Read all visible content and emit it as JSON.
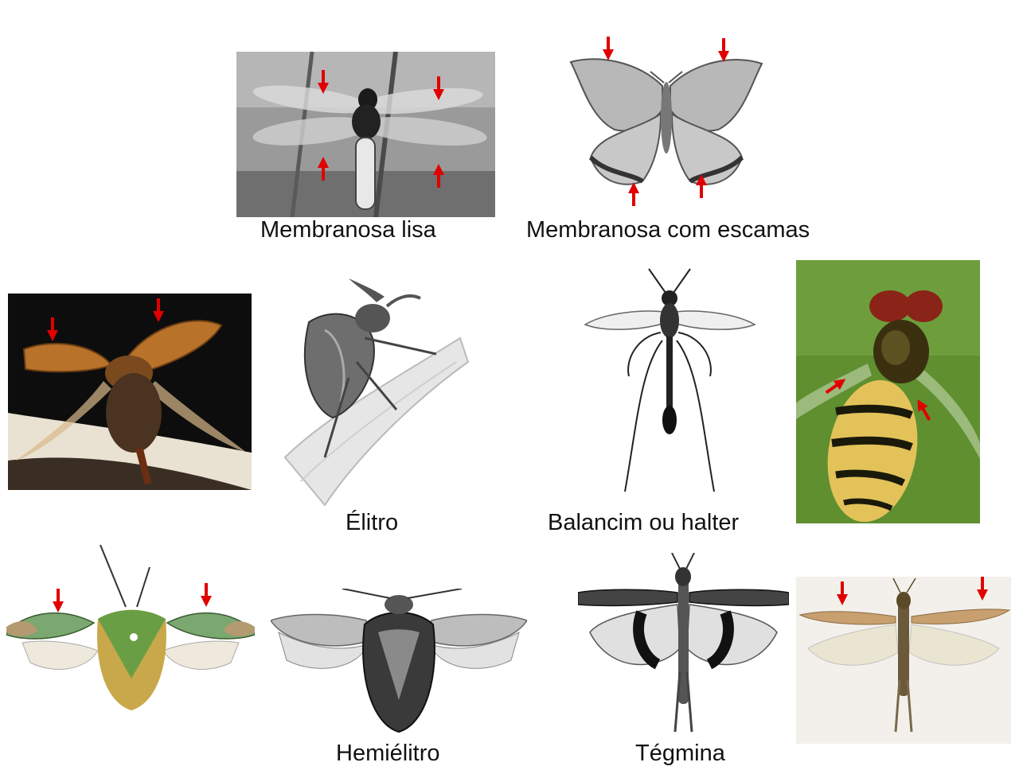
{
  "captions": {
    "membranosa_lisa": "Membranosa lisa",
    "membranosa_escamas": "Membranosa com escamas",
    "elitro": "Élitro",
    "balancim": "Balancim ou halter",
    "hemielitro": "Hemiélitro",
    "tegmina": "Tégmina"
  },
  "colors": {
    "arrow": "#e00000",
    "caption_text": "#111111"
  },
  "icons": {
    "dragonfly": "dragonfly-photo",
    "butterfly": "swallowtail-butterfly-drawing",
    "beetle_photo": "cockchafer-beetle-photo",
    "beetle_drawing": "stag-beetle-drawing",
    "fly_drawing": "cranefly-drawing",
    "hoverfly_photo": "hoverfly-photo",
    "shieldbug_photo": "green-shieldbug-photo",
    "shieldbug_drawing": "shieldbug-drawing",
    "grasshopper_drawing": "grasshopper-drawing",
    "grasshopper_photo": "grasshopper-photo"
  }
}
